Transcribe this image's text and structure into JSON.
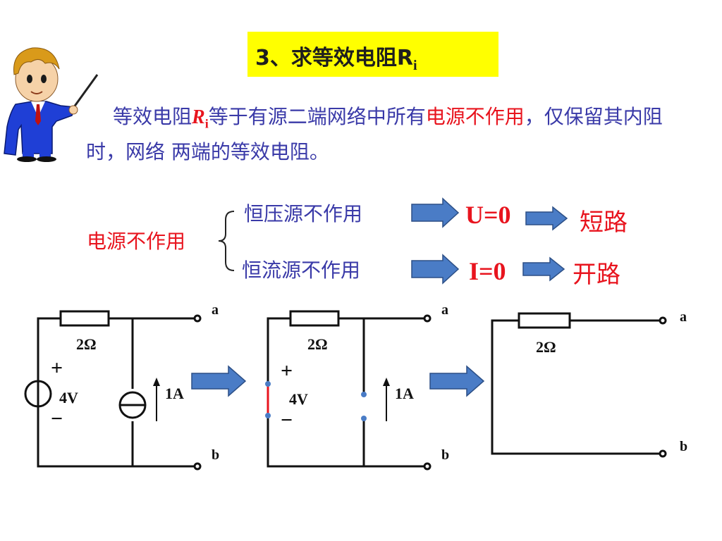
{
  "title": {
    "prefix": "3、求等效电阻R",
    "sub": "i"
  },
  "paragraph": {
    "part1": "等效电阻",
    "r": "R",
    "r_sub": "i",
    "part2": "等于有源二端网络中所有",
    "highlight": "电源不作用",
    "part3": "，仅保留其内阻时，网络 两端的等效电阻。"
  },
  "source_off": "电源不作用",
  "voltage_source_off": "恒压源不作用",
  "current_source_off": "恒流源不作用",
  "u_zero": "U=0",
  "i_zero": "I=0",
  "short_circuit": "短路",
  "open_circuit": "开路",
  "circuit": {
    "resistor": "2Ω",
    "voltage": "4V",
    "current": "1A",
    "plus": "+",
    "minus": "−",
    "node_a": "a",
    "node_b": "b"
  },
  "colors": {
    "title_bg": "#ffff00",
    "text_blue": "#3a3aa8",
    "text_red": "#e8141e",
    "arrow_blue": "#4a7cc6"
  },
  "icons": [
    "teacher-cartoon",
    "block-arrow-right",
    "brace"
  ]
}
